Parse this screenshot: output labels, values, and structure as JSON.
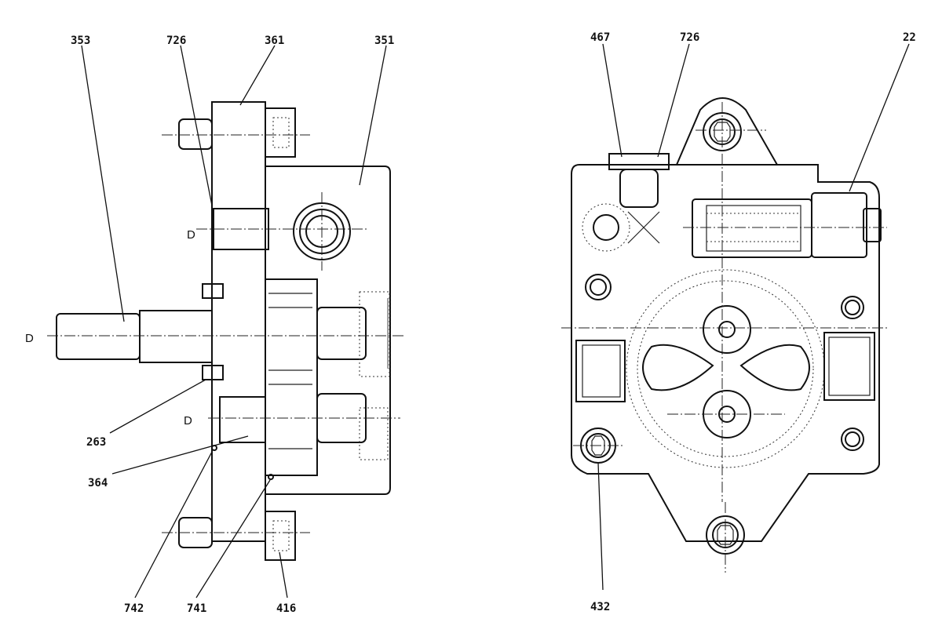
{
  "left_view": {
    "labels": [
      "353",
      "726",
      "361",
      "351",
      "263",
      "364",
      "742",
      "741",
      "416"
    ],
    "section_marks": [
      "D",
      "D",
      "D"
    ]
  },
  "right_view": {
    "labels": [
      "467",
      "726",
      "22",
      "432"
    ]
  }
}
